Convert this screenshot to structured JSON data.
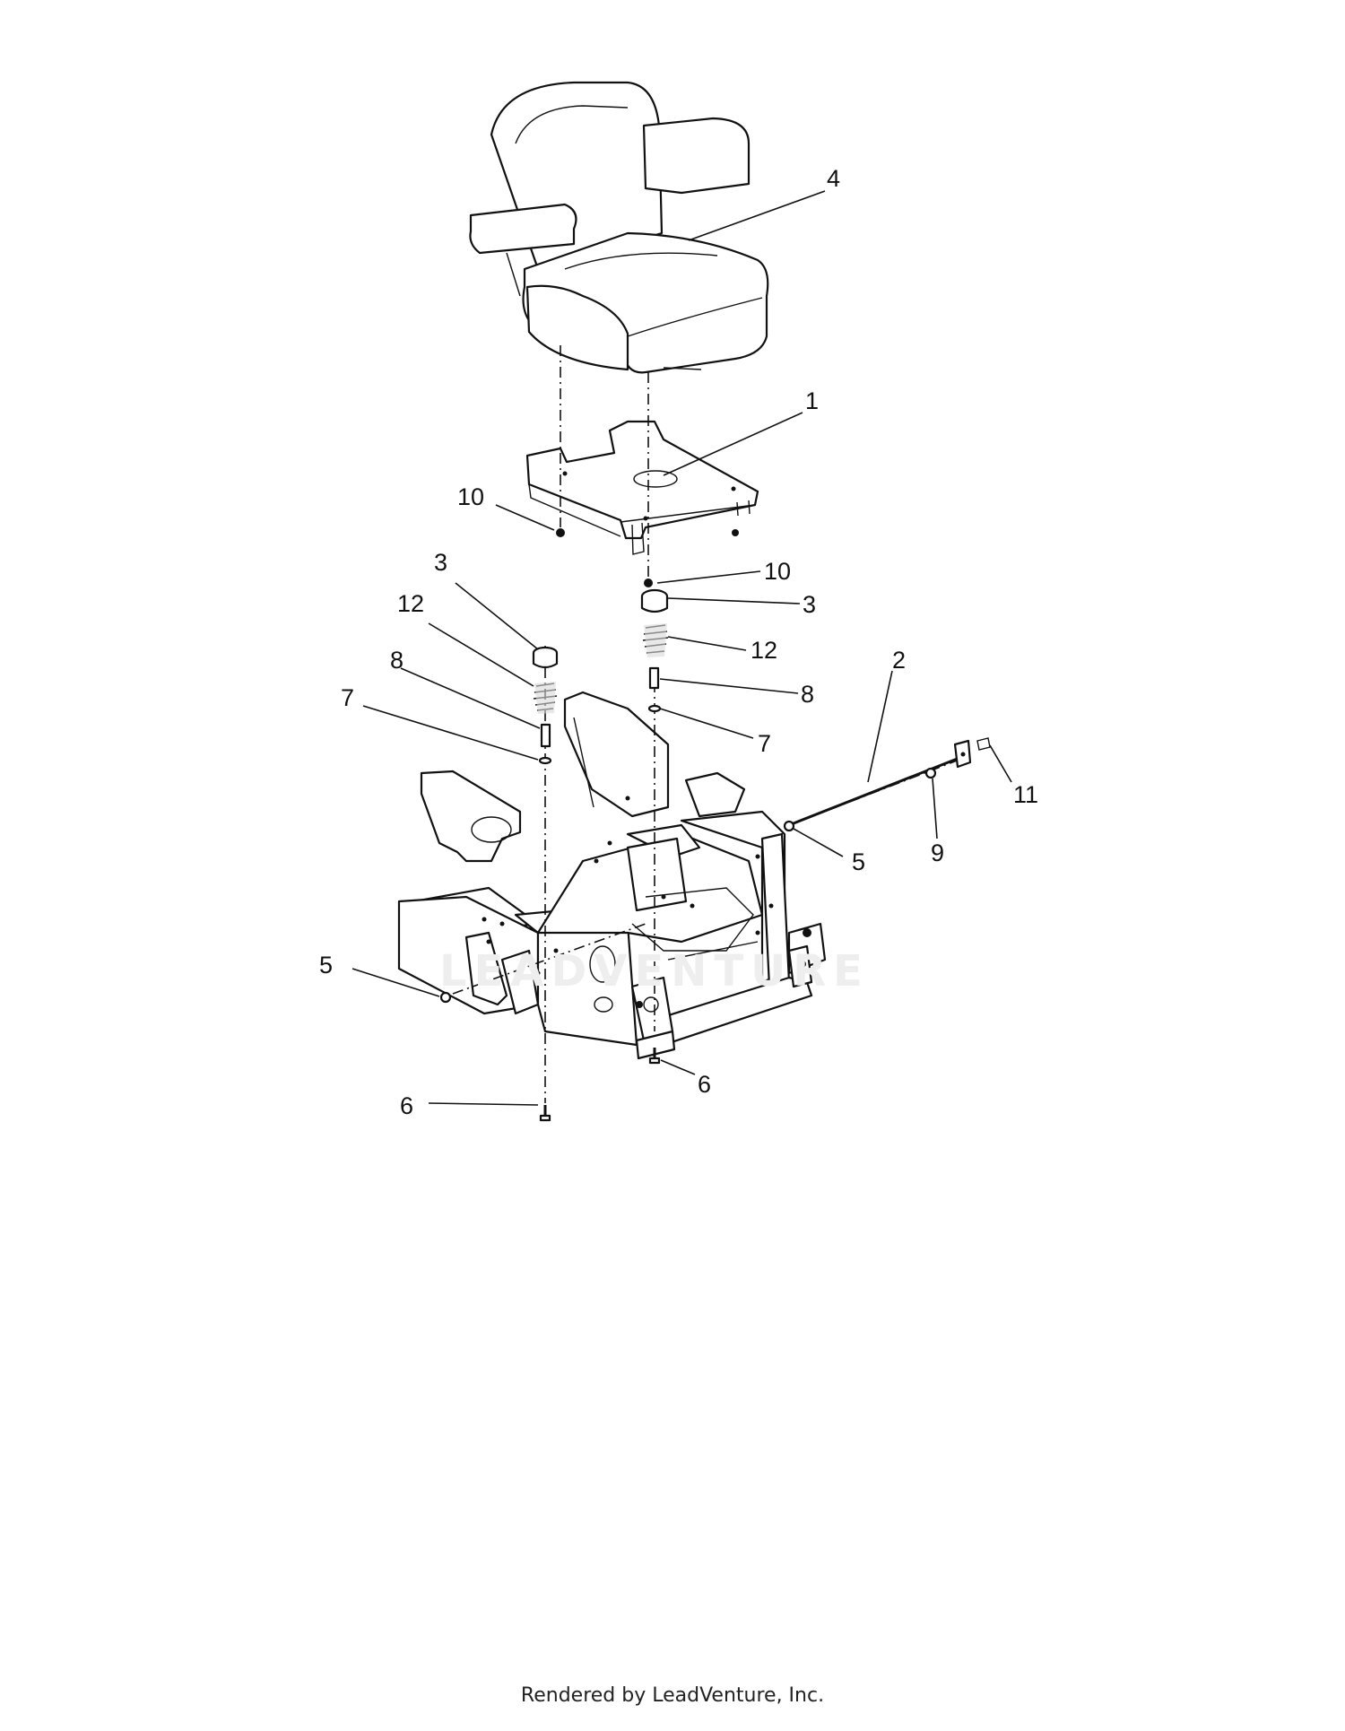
{
  "diagram": {
    "watermark": "LEADVENTURE",
    "footer": "Rendered by LeadVenture, Inc.",
    "callouts": [
      {
        "label": "4",
        "part": "seat"
      },
      {
        "label": "1",
        "part": "seat-pan"
      },
      {
        "label": "10",
        "part": "nut-left"
      },
      {
        "label": "10",
        "part": "nut-right"
      },
      {
        "label": "3",
        "part": "bumper-left"
      },
      {
        "label": "3",
        "part": "bumper-right"
      },
      {
        "label": "12",
        "part": "spring-left"
      },
      {
        "label": "12",
        "part": "spring-right"
      },
      {
        "label": "8",
        "part": "spacer-left"
      },
      {
        "label": "8",
        "part": "spacer-right"
      },
      {
        "label": "7",
        "part": "washer-left"
      },
      {
        "label": "7",
        "part": "washer-right"
      },
      {
        "label": "2",
        "part": "rod"
      },
      {
        "label": "11",
        "part": "clip"
      },
      {
        "label": "9",
        "part": "nut-rod"
      },
      {
        "label": "5",
        "part": "bolt-right"
      },
      {
        "label": "5",
        "part": "bolt-left"
      },
      {
        "label": "6",
        "part": "bolt-bottom-right"
      },
      {
        "label": "6",
        "part": "bolt-bottom-left"
      }
    ]
  }
}
